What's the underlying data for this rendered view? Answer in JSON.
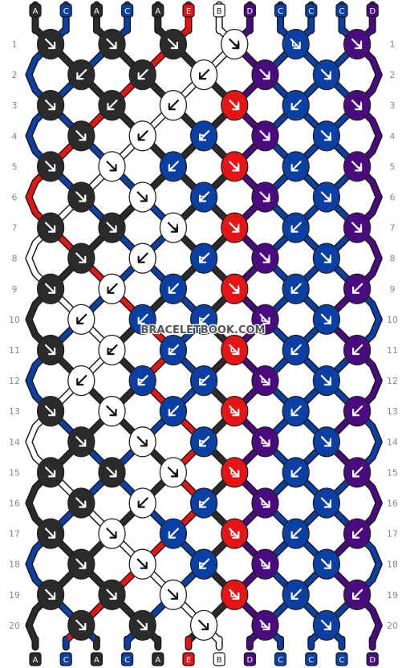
{
  "colors": {
    "A": "#2b2b2b",
    "C": "#0a3fa6",
    "E": "#e61414",
    "B": "#ffffff",
    "D": "#4a0a80"
  },
  "strings_top": [
    "A",
    "C",
    "A",
    "C",
    "A",
    "E",
    "B",
    "D",
    "C",
    "C",
    "C",
    "D"
  ],
  "strings_bottom": [
    "A",
    "C",
    "A",
    "C",
    "A",
    "E",
    "B",
    "D",
    "C",
    "C",
    "C",
    "D"
  ],
  "row_numbers": [
    "1",
    "2",
    "3",
    "4",
    "5",
    "6",
    "7",
    "8",
    "9",
    "10",
    "11",
    "12",
    "13",
    "14",
    "15",
    "16",
    "17",
    "18",
    "19",
    "20"
  ],
  "rows": [
    {
      "knots": [
        {
          "c": "A",
          "d": "f"
        },
        {
          "c": "A",
          "d": "f"
        },
        {
          "c": "A",
          "d": "f"
        },
        {
          "c": "B",
          "d": "br"
        },
        {
          "c": "C",
          "d": "bl"
        },
        {
          "c": "D",
          "d": "br"
        }
      ]
    },
    {
      "knots": [
        {
          "c": "A",
          "d": "b"
        },
        {
          "c": "A",
          "d": "b"
        },
        {
          "c": "B",
          "d": "b"
        },
        {
          "c": "D",
          "d": "br"
        },
        {
          "c": "C",
          "d": "br"
        }
      ]
    },
    {
      "knots": [
        {
          "c": "A",
          "d": "f"
        },
        {
          "c": "A",
          "d": "b"
        },
        {
          "c": "B",
          "d": "b"
        },
        {
          "c": "E",
          "d": "br"
        },
        {
          "c": "C",
          "d": "b"
        },
        {
          "c": "D",
          "d": "br"
        }
      ]
    },
    {
      "knots": [
        {
          "c": "A",
          "d": "f"
        },
        {
          "c": "B",
          "d": "b"
        },
        {
          "c": "C",
          "d": "fl"
        },
        {
          "c": "D",
          "d": "br"
        },
        {
          "c": "C",
          "d": "br"
        }
      ]
    },
    {
      "knots": [
        {
          "c": "A",
          "d": "f"
        },
        {
          "c": "B",
          "d": "f"
        },
        {
          "c": "C",
          "d": "b"
        },
        {
          "c": "E",
          "d": "br"
        },
        {
          "c": "C",
          "d": "b"
        },
        {
          "c": "D",
          "d": "br"
        }
      ]
    },
    {
      "knots": [
        {
          "c": "A",
          "d": "f"
        },
        {
          "c": "B",
          "d": "f"
        },
        {
          "c": "C",
          "d": "fl"
        },
        {
          "c": "D",
          "d": "br"
        },
        {
          "c": "C",
          "d": "br"
        }
      ]
    },
    {
      "knots": [
        {
          "c": "A",
          "d": "f"
        },
        {
          "c": "A",
          "d": "f"
        },
        {
          "c": "B",
          "d": "br"
        },
        {
          "c": "E",
          "d": "br"
        },
        {
          "c": "C",
          "d": "b"
        },
        {
          "c": "D",
          "d": "br"
        }
      ]
    },
    {
      "knots": [
        {
          "c": "A",
          "d": "f"
        },
        {
          "c": "B",
          "d": "b"
        },
        {
          "c": "C",
          "d": "fl"
        },
        {
          "c": "D",
          "d": "br"
        },
        {
          "c": "C",
          "d": "br"
        }
      ]
    },
    {
      "knots": [
        {
          "c": "A",
          "d": "f"
        },
        {
          "c": "B",
          "d": "b"
        },
        {
          "c": "C",
          "d": "b"
        },
        {
          "c": "E",
          "d": "br"
        },
        {
          "c": "C",
          "d": "b"
        },
        {
          "c": "D",
          "d": "b"
        }
      ]
    },
    {
      "knots": [
        {
          "c": "B",
          "d": "b"
        },
        {
          "c": "C",
          "d": "b"
        },
        {
          "c": "C",
          "d": "fl"
        },
        {
          "c": "D",
          "d": "bl"
        },
        {
          "c": "C",
          "d": "br"
        }
      ]
    },
    {
      "knots": [
        {
          "c": "A",
          "d": "f"
        },
        {
          "c": "B",
          "d": "fl"
        },
        {
          "c": "C",
          "d": "fl"
        },
        {
          "c": "E",
          "d": "bl"
        },
        {
          "c": "C",
          "d": "b"
        },
        {
          "c": "D",
          "d": "b"
        }
      ]
    },
    {
      "knots": [
        {
          "c": "B",
          "d": "b"
        },
        {
          "c": "C",
          "d": "fl"
        },
        {
          "c": "C",
          "d": "fl"
        },
        {
          "c": "D",
          "d": "bl"
        },
        {
          "c": "C",
          "d": "br"
        }
      ]
    },
    {
      "knots": [
        {
          "c": "A",
          "d": "f"
        },
        {
          "c": "B",
          "d": "f"
        },
        {
          "c": "C",
          "d": "b"
        },
        {
          "c": "E",
          "d": "bl"
        },
        {
          "c": "C",
          "d": "b"
        },
        {
          "c": "D",
          "d": "b"
        }
      ]
    },
    {
      "knots": [
        {
          "c": "A",
          "d": "f"
        },
        {
          "c": "B",
          "d": "f"
        },
        {
          "c": "C",
          "d": "fl"
        },
        {
          "c": "D",
          "d": "bl"
        },
        {
          "c": "C",
          "d": "br"
        }
      ]
    },
    {
      "knots": [
        {
          "c": "A",
          "d": "f"
        },
        {
          "c": "A",
          "d": "f"
        },
        {
          "c": "B",
          "d": "br"
        },
        {
          "c": "E",
          "d": "bl"
        },
        {
          "c": "C",
          "d": "b"
        },
        {
          "c": "D",
          "d": "b"
        }
      ]
    },
    {
      "knots": [
        {
          "c": "A",
          "d": "f"
        },
        {
          "c": "B",
          "d": "b"
        },
        {
          "c": "C",
          "d": "fl"
        },
        {
          "c": "D",
          "d": "bl"
        },
        {
          "c": "C",
          "d": "br"
        }
      ]
    },
    {
      "knots": [
        {
          "c": "A",
          "d": "f"
        },
        {
          "c": "B",
          "d": "f"
        },
        {
          "c": "C",
          "d": "b"
        },
        {
          "c": "E",
          "d": "bl"
        },
        {
          "c": "C",
          "d": "b"
        },
        {
          "c": "D",
          "d": "b"
        }
      ]
    },
    {
      "knots": [
        {
          "c": "A",
          "d": "f"
        },
        {
          "c": "B",
          "d": "f"
        },
        {
          "c": "C",
          "d": "fl"
        },
        {
          "c": "D",
          "d": "bl"
        },
        {
          "c": "C",
          "d": "br"
        }
      ]
    },
    {
      "knots": [
        {
          "c": "A",
          "d": "f"
        },
        {
          "c": "A",
          "d": "f"
        },
        {
          "c": "B",
          "d": "f"
        },
        {
          "c": "E",
          "d": "bl"
        },
        {
          "c": "C",
          "d": "b"
        },
        {
          "c": "D",
          "d": "b"
        }
      ]
    },
    {
      "knots": [
        {
          "c": "A",
          "d": "f"
        },
        {
          "c": "A",
          "d": "f"
        },
        {
          "c": "B",
          "d": "f"
        },
        {
          "c": "D",
          "d": "bl"
        },
        {
          "c": "C",
          "d": "br"
        }
      ]
    }
  ],
  "watermark": "BRACELETBOOK.COM"
}
